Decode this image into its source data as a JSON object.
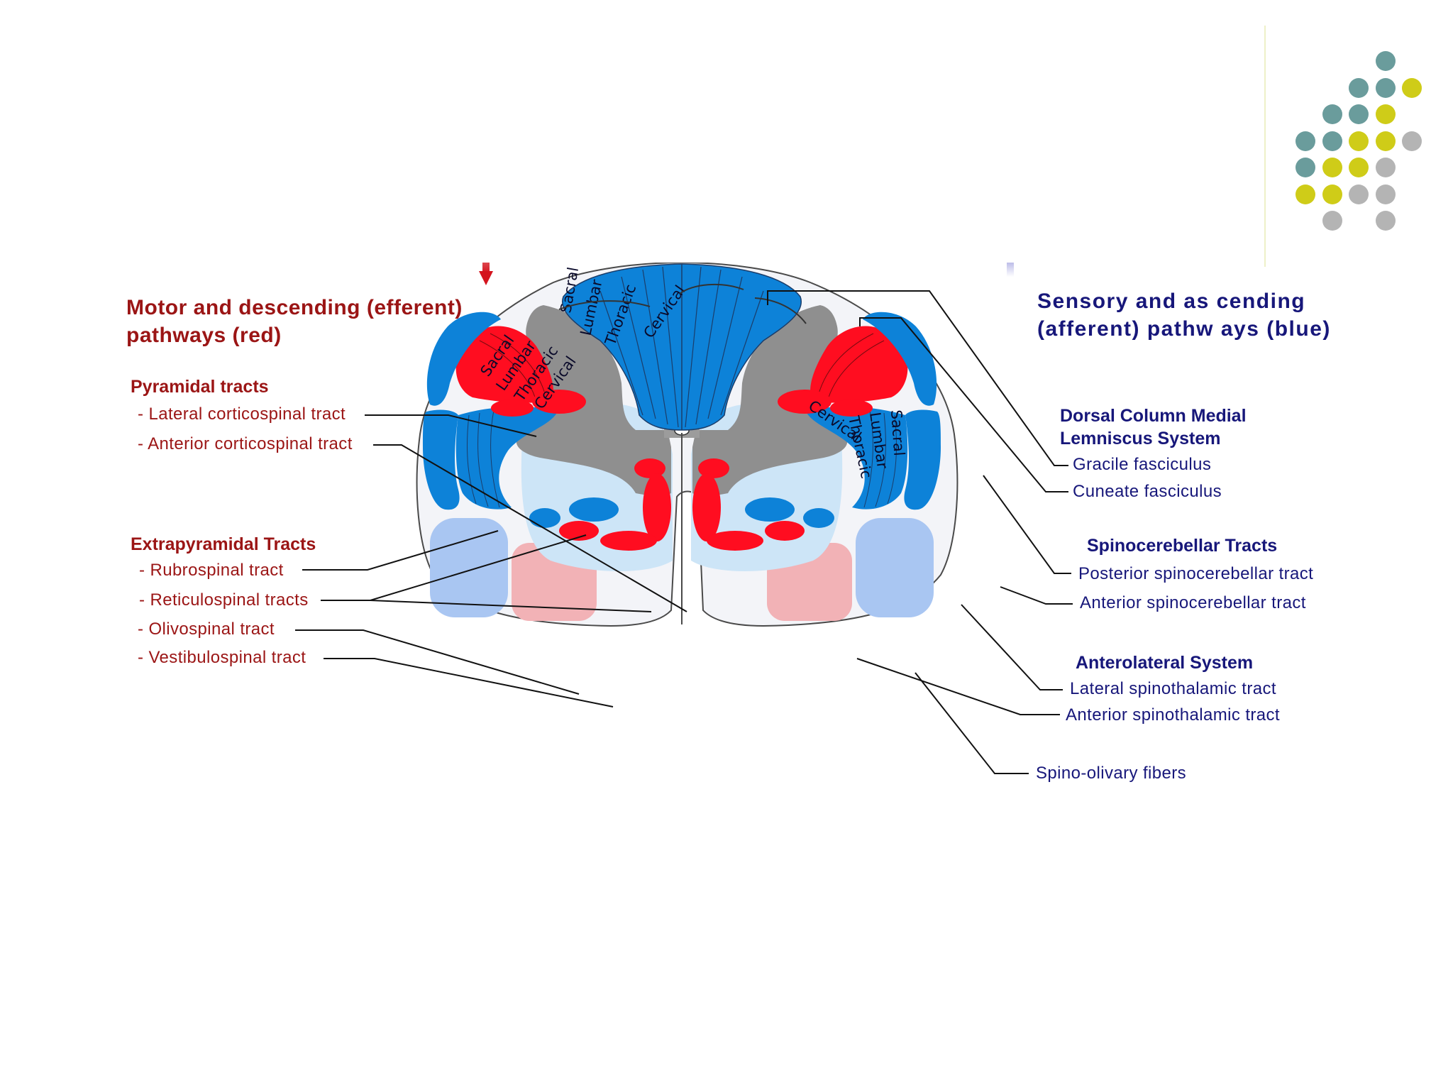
{
  "colors": {
    "motor_red": "#ff0d20",
    "motor_text": "#9b1515",
    "sensory_blue": "#0d82d8",
    "sensory_text": "#17177a",
    "gray_matter": "#8f8f8f",
    "dot_teal": "#6a9c9c",
    "dot_yellow": "#cfcc18",
    "dot_gray": "#b4b4b4"
  },
  "decoration": {
    "dot_grid_rows": [
      [
        "",
        "",
        "",
        "teal",
        ""
      ],
      [
        "",
        "",
        "teal",
        "teal",
        "yellow"
      ],
      [
        "",
        "teal",
        "teal",
        "yellow",
        ""
      ],
      [
        "teal",
        "teal",
        "yellow",
        "yellow",
        "gray"
      ],
      [
        "teal",
        "yellow",
        "yellow",
        "gray",
        ""
      ],
      [
        "yellow",
        "yellow",
        "gray",
        "gray",
        ""
      ],
      [
        "",
        "gray",
        "",
        "gray",
        ""
      ]
    ]
  },
  "motor": {
    "heading": "Motor and descending (efferent) pathways   (red)",
    "arrow_icon": "down-arrow-icon",
    "pyramidal": {
      "title": "Pyramidal tracts",
      "items": [
        "- Lateral corticospinal tract",
        "- Anterior corticospinal tract"
      ]
    },
    "extrapyramidal": {
      "title": "Extrapyramidal Tracts",
      "items": [
        "- Rubrospinal tract",
        "- Reticulospinal tracts",
        "- Olivospinal tract",
        "- Vestibulospinal tract"
      ]
    }
  },
  "sensory": {
    "heading": "Sensory and as cending (afferent) pathw ays (blue)",
    "arrow_icon": "up-arrow-icon",
    "dorsal_column": {
      "title": "Dorsal Column Medial Lemniscus System",
      "items": [
        "Gracile fasciculus",
        "Cuneate fasciculus"
      ]
    },
    "spinocerebellar": {
      "title": "Spinocerebellar Tracts",
      "items": [
        "Posterior spinocerebellar tract",
        "Anterior spinocerebellar tract"
      ]
    },
    "anterolateral": {
      "title": "Anterolateral System",
      "items": [
        "Lateral spinothalamic tract",
        "Anterior spinothalamic tract",
        "Spino-olivary fibers"
      ]
    }
  },
  "segments": {
    "dorsal": [
      "Sacral",
      "Lumbar",
      "Thoracic",
      "Cervical"
    ],
    "corticospinal": [
      "Sacral",
      "Lumbar",
      "Thoracic",
      "Cervical"
    ],
    "spinothalamic": [
      "Cervical",
      "Thoracic",
      "Lumbar",
      "Sacral"
    ]
  }
}
